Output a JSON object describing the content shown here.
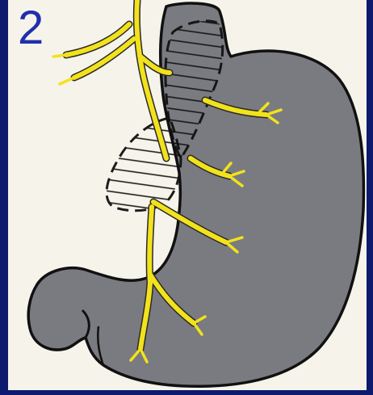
{
  "panel": {
    "number": "2"
  },
  "colors": {
    "frame": "#0d1a6e",
    "background": "#f6f3ea",
    "stomach": "#7a7b80",
    "outline": "#111111",
    "nerve": "#f2e21c",
    "number": "#1f2fae"
  },
  "icons": [
    "stomach-illustration",
    "vagus-nerve-branches",
    "hatched-resection-zone"
  ]
}
